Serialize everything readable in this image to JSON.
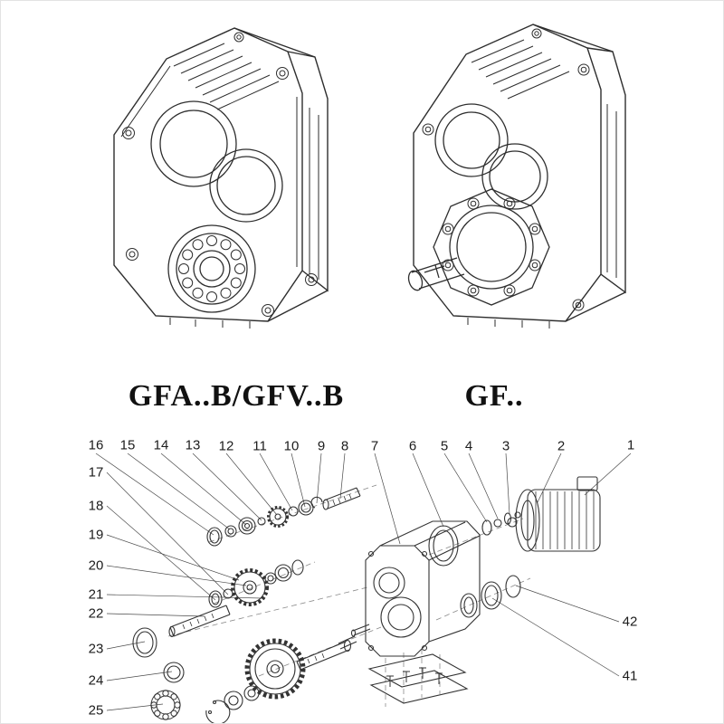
{
  "page": {
    "background": "#ffffff",
    "line_color": "#2e2e2e"
  },
  "models": [
    {
      "id": "foot-mounted-unit",
      "label": "GFA..B/GFV..B"
    },
    {
      "id": "shaft-mounted-unit",
      "label": "GF.."
    }
  ],
  "exploded": {
    "top": [
      "16",
      "15",
      "14",
      "13",
      "12",
      "11",
      "10",
      "9",
      "8",
      "7",
      "6",
      "5",
      "4",
      "3",
      "2",
      "1"
    ],
    "left": [
      "17",
      "18",
      "19",
      "20",
      "21",
      "22",
      "23",
      "24",
      "25"
    ],
    "right": [
      "42",
      "41"
    ]
  }
}
